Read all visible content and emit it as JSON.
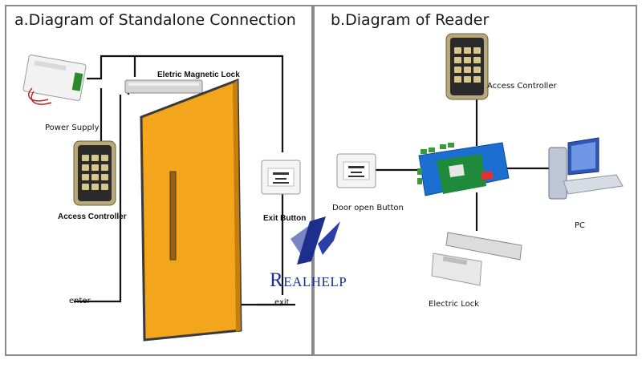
{
  "panel_a": {
    "title": "a.Diagram of Standalone Connection",
    "power_supply": "Power Supply",
    "magnetic_lock": "Eletric Magnetic Lock",
    "access_controller": "Access Controller",
    "exit_button": "Exit Button",
    "enter": "enter",
    "exit": "exit"
  },
  "panel_b": {
    "title": "b.Diagram of Reader",
    "access_controller": "Access Controller",
    "door_open_button": "Door open Button",
    "pc": "PC",
    "electric_lock": "Electric Lock"
  },
  "logo": {
    "first": "R",
    "rest": "EALHELP"
  },
  "colors": {
    "door": "#f3a51b",
    "wire": "#111111",
    "board": "#1c6fd0",
    "pcb": "#1f8a3c",
    "logo": "#1c2f8c"
  }
}
